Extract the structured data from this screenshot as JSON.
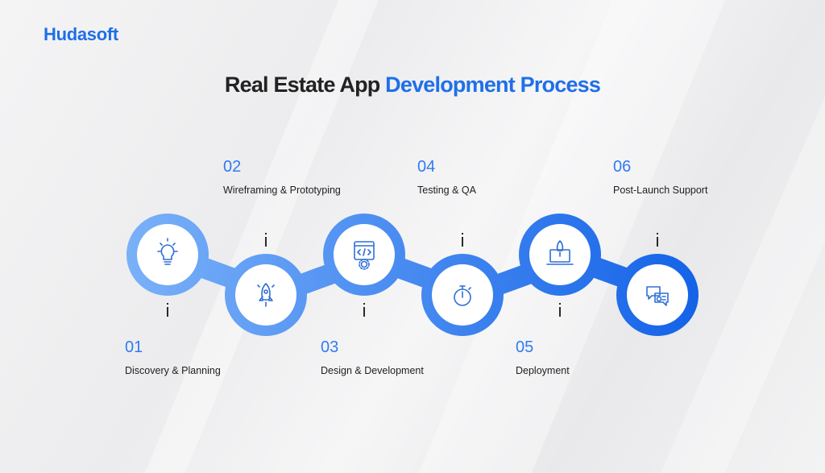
{
  "brand": {
    "logo_text": "Hudasoft",
    "accent_color": "#1f6fe8"
  },
  "title": {
    "part1": "Real Estate App",
    "part2": "Development Process"
  },
  "steps": [
    {
      "number": "01",
      "label": "Discovery & Planning",
      "icon": "lightbulb-icon"
    },
    {
      "number": "02",
      "label": "Wireframing & Prototyping",
      "icon": "rocket-icon"
    },
    {
      "number": "03",
      "label": "Design & Development",
      "icon": "code-window-gear-icon"
    },
    {
      "number": "04",
      "label": "Testing & QA",
      "icon": "stopwatch-icon"
    },
    {
      "number": "05",
      "label": "Deployment",
      "icon": "laptop-rocket-icon"
    },
    {
      "number": "06",
      "label": "Post-Launch Support",
      "icon": "chat-support-icon"
    }
  ],
  "colors": {
    "chain_start": "#76aef8",
    "chain_end": "#1565e8",
    "icon_stroke": "#2f6fd6"
  }
}
